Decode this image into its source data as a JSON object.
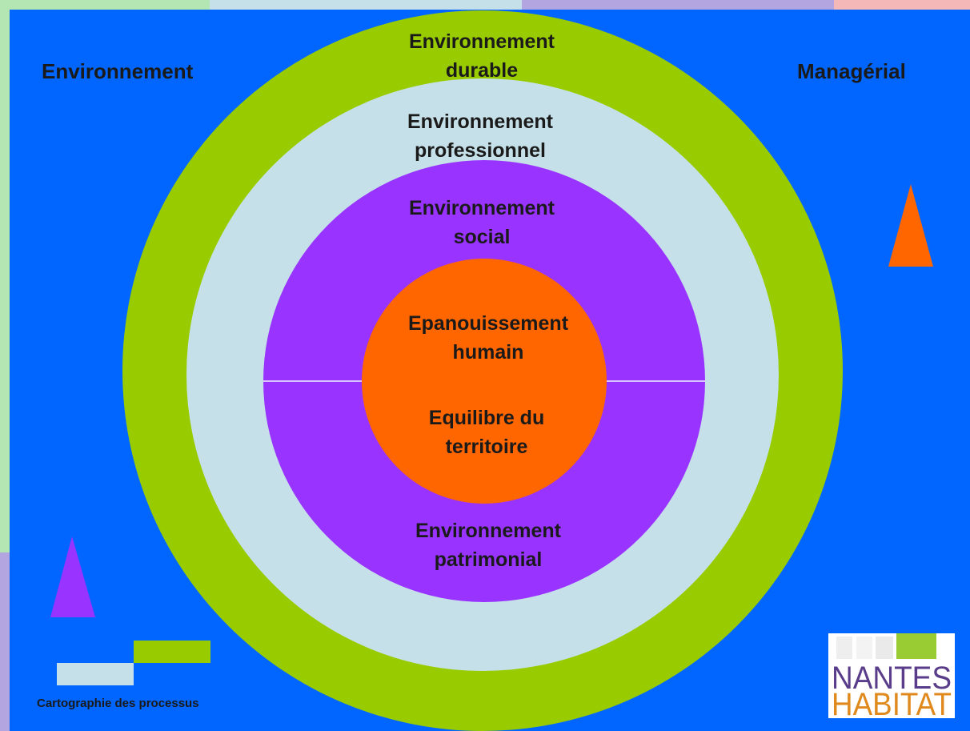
{
  "corners": {
    "top_left": "Environnement",
    "top_right": "Managérial"
  },
  "rings": {
    "durable": {
      "line1": "Environnement",
      "line2": "durable"
    },
    "professionnel": {
      "line1": "Environnement",
      "line2": "professionnel"
    },
    "social": {
      "line1": "Environnement",
      "line2": "social"
    },
    "patrimonial": {
      "line1": "Environnement",
      "line2": "patrimonial"
    }
  },
  "core": {
    "top": {
      "line1": "Epanouissement",
      "line2": "humain"
    },
    "bottom": {
      "line1": "Equilibre du",
      "line2": "territoire"
    }
  },
  "caption": "Cartographie des processus",
  "logo": {
    "line1": "NANTES",
    "line2": "HABITAT"
  },
  "colors": {
    "background": "#0066ff",
    "durable": "#99cc00",
    "professionnel": "#c5e0e8",
    "social": "#9933ff",
    "core": "#ff6600",
    "border_top": "#b3e6b3"
  }
}
